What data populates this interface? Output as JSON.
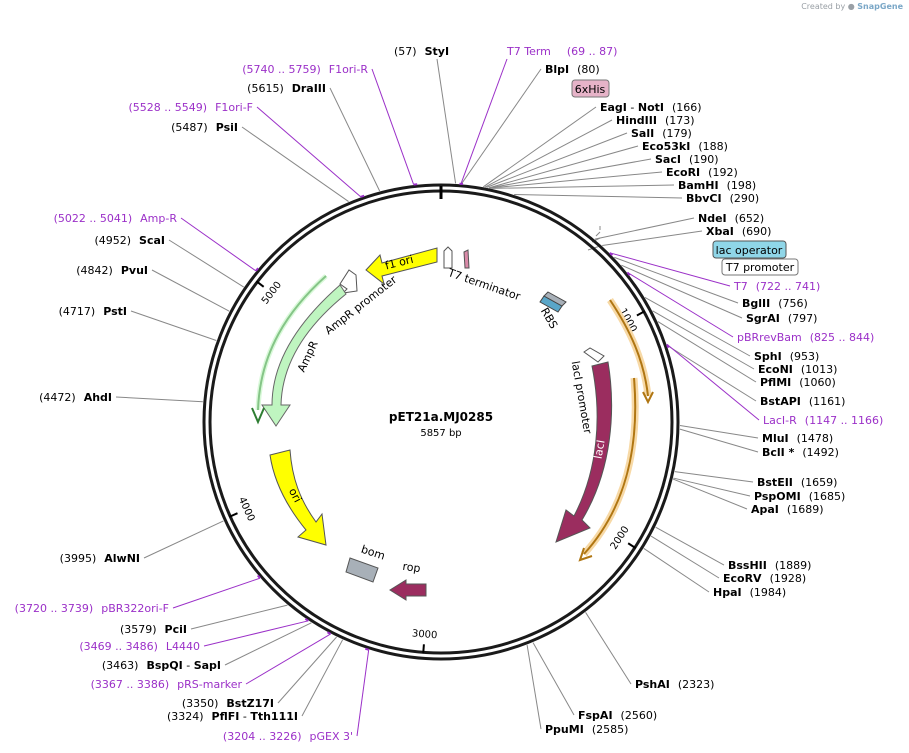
{
  "credit": {
    "created_by": "Created by",
    "brand": "SnapGene"
  },
  "plasmid": {
    "name": "pET21a.MJ0285",
    "length": "5857 bp",
    "total_bp": 5857
  },
  "colors": {
    "enzyme": "#000000",
    "primer": "#9b30c8",
    "yellow": "#ffff00",
    "green": "#bff5c0",
    "maroon": "#9b2d5f",
    "orange": "#f2b23a",
    "gray": "#a8b0b8"
  },
  "ticks": [
    {
      "label": "1000",
      "bp": 1000
    },
    {
      "label": "2000",
      "bp": 2000
    },
    {
      "label": "3000",
      "bp": 3000
    },
    {
      "label": "4000",
      "bp": 4000
    },
    {
      "label": "5000",
      "bp": 5000
    }
  ],
  "features": [
    {
      "name": "T7 terminator",
      "label": "T7 terminator",
      "icon": "terminator-icon"
    },
    {
      "name": "f1 ori",
      "label": "f1 ori"
    },
    {
      "name": "AmpR promoter",
      "label": "AmpR promoter"
    },
    {
      "name": "AmpR",
      "label": "AmpR"
    },
    {
      "name": "ori",
      "label": "ori"
    },
    {
      "name": "bom",
      "label": "bom"
    },
    {
      "name": "rop",
      "label": "rop"
    },
    {
      "name": "lacI promoter",
      "label": "lacI promoter"
    },
    {
      "name": "lacI",
      "label": "lacI"
    },
    {
      "name": "RBS",
      "label": "RBS"
    }
  ],
  "boxed_labels": [
    {
      "text": "6xHis",
      "style": "his"
    },
    {
      "text": "lac operator",
      "style": "lacop"
    },
    {
      "text": "T7 promoter",
      "style": "plain"
    }
  ],
  "right_labels": [
    {
      "name": "BlpI",
      "pos": "(80)",
      "kind": "enzyme"
    },
    {
      "name": "EagI",
      "sep": " - ",
      "name2": "NotI",
      "pos": "(166)",
      "kind": "enzyme"
    },
    {
      "name": "HindIII",
      "pos": "(173)",
      "kind": "enzyme"
    },
    {
      "name": "SalI",
      "pos": "(179)",
      "kind": "enzyme"
    },
    {
      "name": "Eco53kI",
      "pos": "(188)",
      "kind": "enzyme"
    },
    {
      "name": "SacI",
      "pos": "(190)",
      "kind": "enzyme"
    },
    {
      "name": "EcoRI",
      "pos": "(192)",
      "kind": "enzyme"
    },
    {
      "name": "BamHI",
      "pos": "(198)",
      "kind": "enzyme"
    },
    {
      "name": "BbvCI",
      "pos": "(290)",
      "kind": "enzyme"
    },
    {
      "name": "NdeI",
      "pos": "(652)",
      "kind": "enzyme"
    },
    {
      "name": "XbaI",
      "pos": "(690)",
      "kind": "enzyme"
    },
    {
      "name": "T7",
      "pos": "(722 .. 741)",
      "kind": "primer"
    },
    {
      "name": "BglII",
      "pos": "(756)",
      "kind": "enzyme"
    },
    {
      "name": "SgrAI",
      "pos": "(797)",
      "kind": "enzyme"
    },
    {
      "name": "pBRrevBam",
      "pos": "(825 .. 844)",
      "kind": "primer"
    },
    {
      "name": "SphI",
      "pos": "(953)",
      "kind": "enzyme"
    },
    {
      "name": "EcoNI",
      "pos": "(1013)",
      "kind": "enzyme"
    },
    {
      "name": "PflMI",
      "pos": "(1060)",
      "kind": "enzyme"
    },
    {
      "name": "BstAPI",
      "pos": "(1161)",
      "kind": "enzyme"
    },
    {
      "name": "LacI-R",
      "pos": "(1147 .. 1166)",
      "kind": "primer"
    },
    {
      "name": "MluI",
      "pos": "(1478)",
      "kind": "enzyme"
    },
    {
      "name": "BclI *",
      "pos": "(1492)",
      "kind": "enzyme"
    },
    {
      "name": "BstEII",
      "pos": "(1659)",
      "kind": "enzyme"
    },
    {
      "name": "PspOMI",
      "pos": "(1685)",
      "kind": "enzyme"
    },
    {
      "name": "ApaI",
      "pos": "(1689)",
      "kind": "enzyme"
    },
    {
      "name": "BssHII",
      "pos": "(1889)",
      "kind": "enzyme"
    },
    {
      "name": "EcoRV",
      "pos": "(1928)",
      "kind": "enzyme"
    },
    {
      "name": "HpaI",
      "pos": "(1984)",
      "kind": "enzyme"
    },
    {
      "name": "PshAI",
      "pos": "(2323)",
      "kind": "enzyme"
    },
    {
      "name": "FspAI",
      "pos": "(2560)",
      "kind": "enzyme"
    },
    {
      "name": "PpuMI",
      "pos": "(2585)",
      "kind": "enzyme"
    }
  ],
  "left_labels": [
    {
      "name": "StyI",
      "pos": "(57)",
      "kind": "enzyme"
    },
    {
      "name": "T7 Term",
      "pos": "(69 .. 87)",
      "kind": "primer"
    },
    {
      "name": "F1ori-R",
      "pos": "(5740 .. 5759)",
      "kind": "primer"
    },
    {
      "name": "DraIII",
      "pos": "(5615)",
      "kind": "enzyme"
    },
    {
      "name": "F1ori-F",
      "pos": "(5528 .. 5549)",
      "kind": "primer"
    },
    {
      "name": "PsiI",
      "pos": "(5487)",
      "kind": "enzyme"
    },
    {
      "name": "Amp-R",
      "pos": "(5022 .. 5041)",
      "kind": "primer"
    },
    {
      "name": "ScaI",
      "pos": "(4952)",
      "kind": "enzyme"
    },
    {
      "name": "PvuI",
      "pos": "(4842)",
      "kind": "enzyme"
    },
    {
      "name": "PstI",
      "pos": "(4717)",
      "kind": "enzyme"
    },
    {
      "name": "AhdI",
      "pos": "(4472)",
      "kind": "enzyme"
    },
    {
      "name": "AlwNI",
      "pos": "(3995)",
      "kind": "enzyme"
    },
    {
      "name": "pBR322ori-F",
      "pos": "(3720 .. 3739)",
      "kind": "primer"
    },
    {
      "name": "PciI",
      "pos": "(3579)",
      "kind": "enzyme"
    },
    {
      "name": "L4440",
      "pos": "(3469 .. 3486)",
      "kind": "primer"
    },
    {
      "name": "BspQI",
      "sep": " - ",
      "name2": "SapI",
      "pos": "(3463)",
      "kind": "enzyme"
    },
    {
      "name": "pRS-marker",
      "pos": "(3367 .. 3386)",
      "kind": "primer"
    },
    {
      "name": "BstZ17I",
      "pos": "(3350)",
      "kind": "enzyme"
    },
    {
      "name": "PflFI",
      "sep": " - ",
      "name2": "Tth111I",
      "pos": "(3324)",
      "kind": "enzyme"
    },
    {
      "name": "pGEX 3'",
      "pos": "(3204 .. 3226)",
      "kind": "primer"
    }
  ]
}
